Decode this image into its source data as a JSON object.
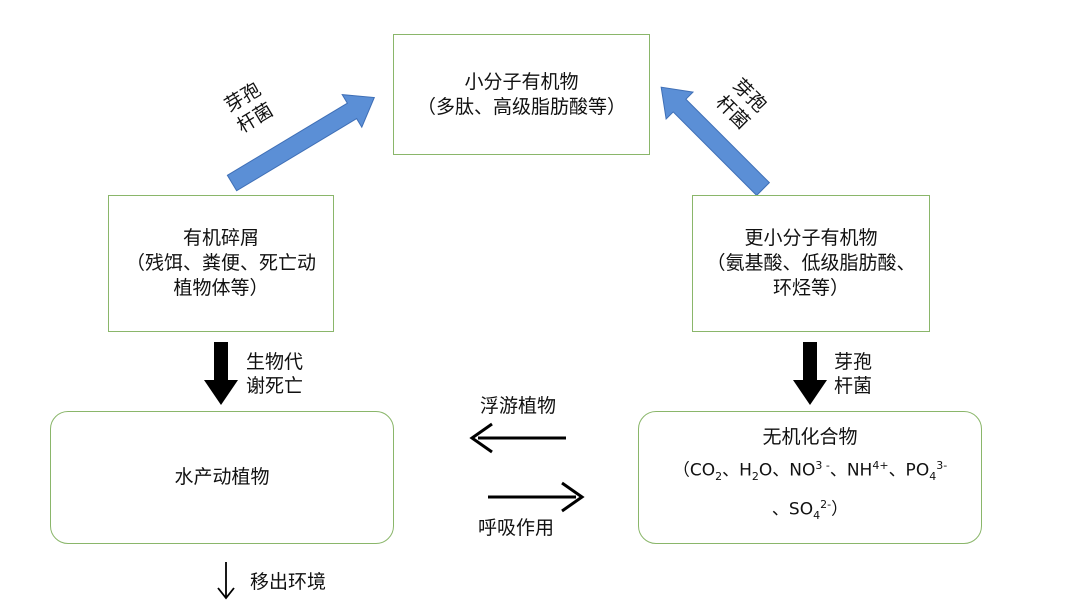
{
  "nodes": {
    "small_organic": {
      "line1": "小分子有机物",
      "line2": "（多肽、高级脂肪酸等）"
    },
    "organic_debris": {
      "line1": "有机碎屑",
      "line2": "（残饵、粪便、死亡动",
      "line3": "植物体等）"
    },
    "smaller_organic": {
      "line1": "更小分子有机物",
      "line2": "（氨基酸、低级脂肪酸、",
      "line3": "环烃等）"
    },
    "aquatic": {
      "label": "水产动植物"
    },
    "inorganic": {
      "title": "无机化合物",
      "f_open": "（CO",
      "f_co2_sub": "2",
      "f_h2o_pre": "、H",
      "f_h2o_sub": "2",
      "f_h2o_post": "O、NO",
      "f_no3_sup": "3 -",
      "f_nh_pre": "、NH",
      "f_nh_sup": "4+",
      "f_po_pre": "、PO",
      "f_po_sub": "4",
      "f_po_sup": "3-",
      "f_so_pre": "、SO",
      "f_so_sub": "4",
      "f_so_sup": "2-",
      "f_close": "）"
    }
  },
  "edges": {
    "left_blue": {
      "line1": "芽孢",
      "line2": "杆菌"
    },
    "right_blue": {
      "line1": "芽孢",
      "line2": "杆菌"
    },
    "metabolism": {
      "line1": "生物代",
      "line2": "谢死亡"
    },
    "right_black": {
      "line1": "芽孢",
      "line2": "杆菌"
    },
    "phytoplankton": "浮游植物",
    "respiration": "呼吸作用",
    "remove": "移出环境"
  },
  "colors": {
    "blue_arrow": "#5b8fd6",
    "blue_arrow_stroke": "#3f6fb6",
    "box_border": "#8ab66a",
    "black_arrow": "#000000"
  }
}
